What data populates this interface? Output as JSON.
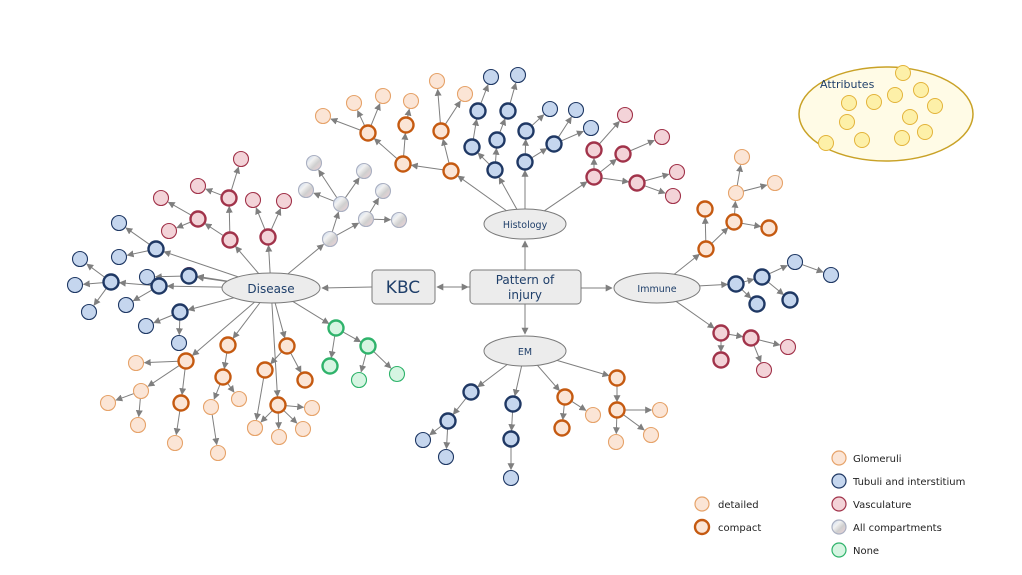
{
  "colors": {
    "glomeruli": "#c55a11",
    "glomeruli_fill": "#fbe5d6",
    "tubuli": "#1f3864",
    "tubuli_fill": "#c5d6ee",
    "vasculature": "#a1334a",
    "vasculature_fill": "#f3d3d8",
    "all_compartments": "#aab0c2",
    "none": "#2fb36b",
    "none_fill": "#d6f5e2",
    "attribute_fill": "#fdf0a8",
    "attribute_stroke": "#e3b33a",
    "attributes_group_fill": "#fffbe6",
    "attributes_group_stroke": "#c9a227",
    "hub_fill": "#ececec",
    "hub_stroke": "#7a7a7a",
    "edge": "#7f7f7f",
    "text": "#1f3f6a"
  },
  "hubs": {
    "kbc": "KBC",
    "pattern_line1": "Pattern of",
    "pattern_line2": "injury",
    "disease": "Disease",
    "histology": "Histology",
    "immune": "Immune",
    "em": "EM"
  },
  "attributes": {
    "label": "Attributes"
  },
  "legend": {
    "detailed": "detailed",
    "compact": "compact",
    "glomeruli": "Glomeruli",
    "tubuli": "Tubuli and interstitium",
    "vasculature": "Vasculature",
    "all": "All compartments",
    "none": "None"
  },
  "icons": {
    "node": "circle-node-icon",
    "arrow": "arrowhead-icon"
  }
}
